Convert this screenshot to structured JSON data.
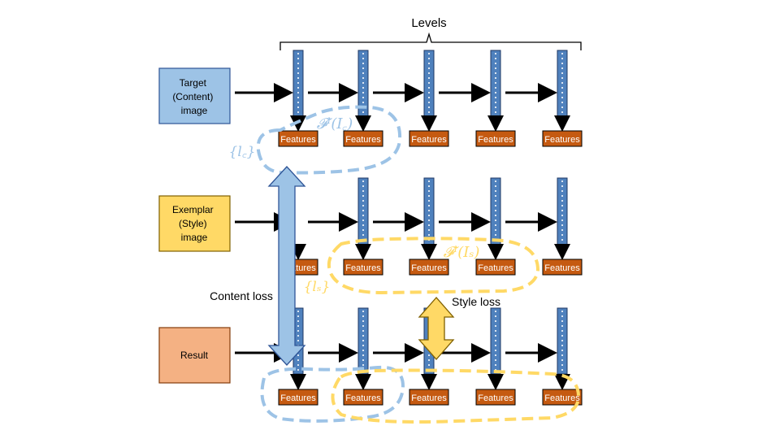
{
  "header": {
    "levels_label": "Levels"
  },
  "inputs": {
    "target": "Target\n(Content)\nimage",
    "exemplar": "Exemplar\n(Style)\nimage",
    "result": "Result"
  },
  "feature_label": "Features",
  "losses": {
    "content": "Content loss",
    "style": "Style loss"
  },
  "math": {
    "content_features": "𝓕ˡ(I꜀)",
    "content_set": "{l꜀}",
    "style_features": "𝓕ˡ(Iₛ)",
    "style_set": "{lₛ}"
  },
  "colors": {
    "target_box": "#9dc3e6",
    "exemplar_box": "#ffd966",
    "result_box": "#f4b183",
    "feature_box": "#c55a11",
    "layer_column": "#4f81bd",
    "content_loss_arrow": "#9dc3e6",
    "style_loss_arrow": "#ffd966",
    "content_dashed": "#9dc3e6",
    "style_dashed": "#ffd966"
  },
  "icons": [
    "layer-column-icon",
    "flow-arrow-icon",
    "double-arrow-icon",
    "brace-icon"
  ]
}
